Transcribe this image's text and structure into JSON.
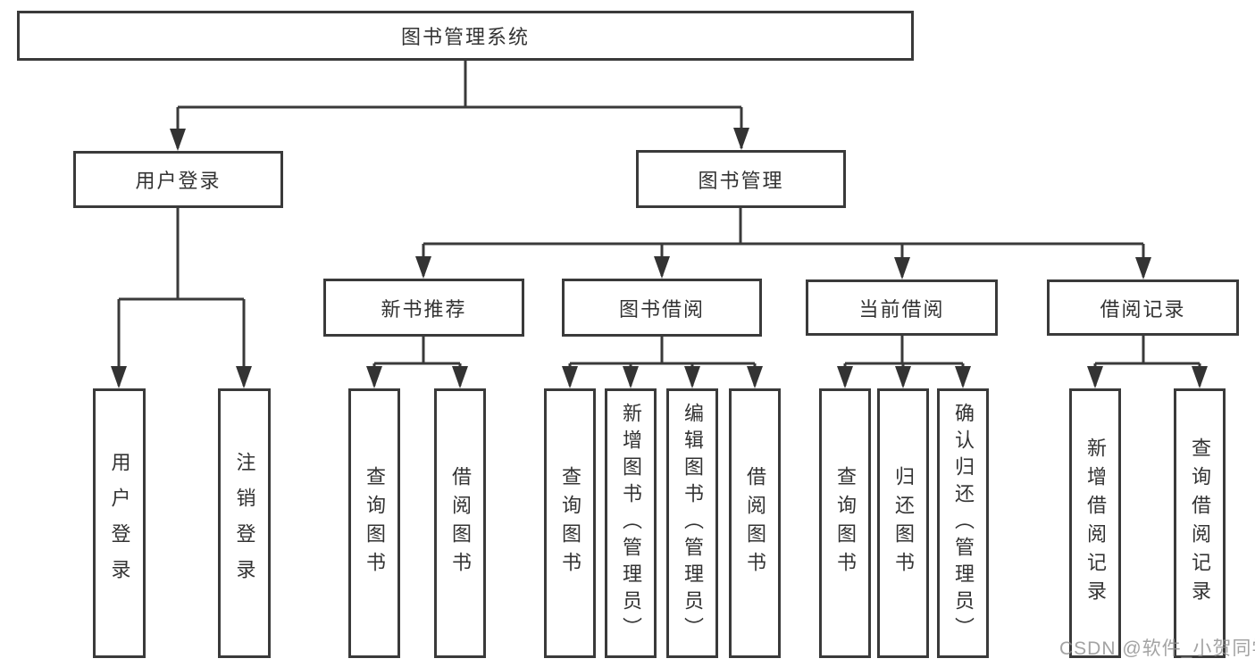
{
  "diagram": {
    "root": {
      "label": "图书管理系统",
      "children": [
        {
          "label": "用户登录",
          "children": [
            {
              "label": "用户登录"
            },
            {
              "label": "注销登录"
            }
          ]
        },
        {
          "label": "图书管理",
          "children": [
            {
              "label": "新书推荐",
              "children": [
                {
                  "label": "查询图书"
                },
                {
                  "label": "借阅图书"
                }
              ]
            },
            {
              "label": "图书借阅",
              "children": [
                {
                  "label": "查询图书"
                },
                {
                  "label": "新增图书（管理员）"
                },
                {
                  "label": "编辑图书（管理员）"
                },
                {
                  "label": "借阅图书"
                }
              ]
            },
            {
              "label": "当前借阅",
              "children": [
                {
                  "label": "查询图书"
                },
                {
                  "label": "归还图书"
                },
                {
                  "label": "确认归还（管理员）"
                }
              ]
            },
            {
              "label": "借阅记录",
              "children": [
                {
                  "label": "新增借阅记录"
                },
                {
                  "label": "查询借阅记录"
                }
              ]
            }
          ]
        }
      ]
    }
  },
  "watermark": {
    "text": "CSDN @软件_小贺同学"
  },
  "colors": {
    "line": "#3a3a3a",
    "text": "#333333",
    "background": "#ffffff",
    "watermark": "#8f8f8f"
  }
}
